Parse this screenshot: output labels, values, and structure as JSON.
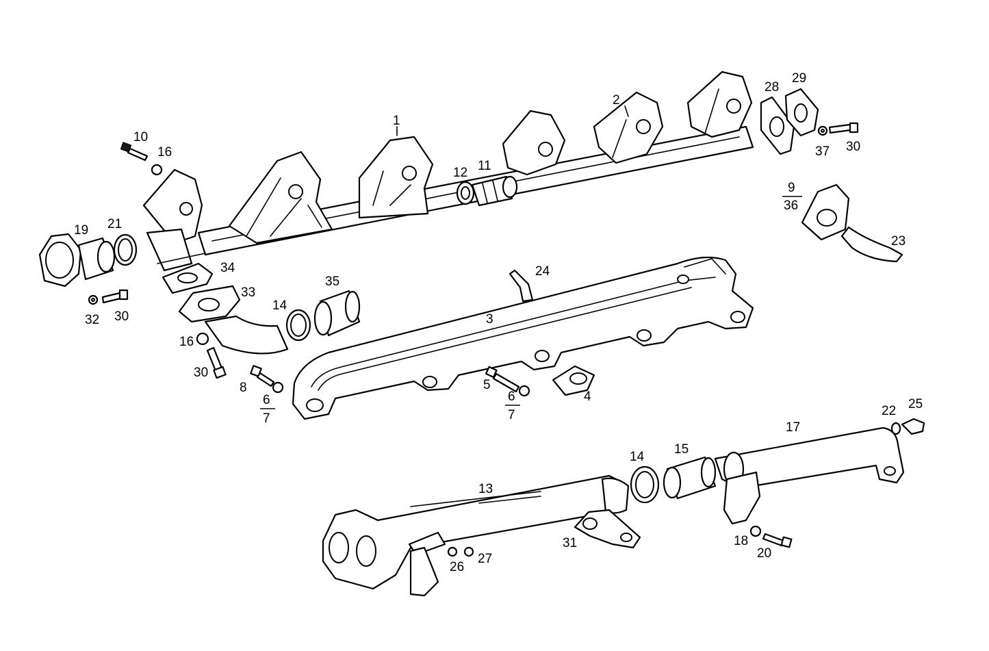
{
  "diagram": {
    "labels": {
      "l1": "1",
      "l2": "2",
      "l3": "3",
      "l4": "4",
      "l5": "5",
      "l6a": "6",
      "l7a": "7",
      "l6b": "6",
      "l7b": "7",
      "l8": "8",
      "l9": "9",
      "l36": "36",
      "l10": "10",
      "l11": "11",
      "l12": "12",
      "l13": "13",
      "l14a": "14",
      "l14b": "14",
      "l15": "15",
      "l16a": "16",
      "l16b": "16",
      "l17": "17",
      "l18": "18",
      "l19": "19",
      "l20": "20",
      "l21": "21",
      "l22": "22",
      "l23": "23",
      "l24": "24",
      "l25": "25",
      "l26": "26",
      "l27": "27",
      "l28": "28",
      "l29": "29",
      "l30a": "30",
      "l30b": "30",
      "l30c": "30",
      "l31": "31",
      "l32": "32",
      "l33": "33",
      "l34": "34",
      "l35": "35",
      "l37": "37"
    }
  }
}
